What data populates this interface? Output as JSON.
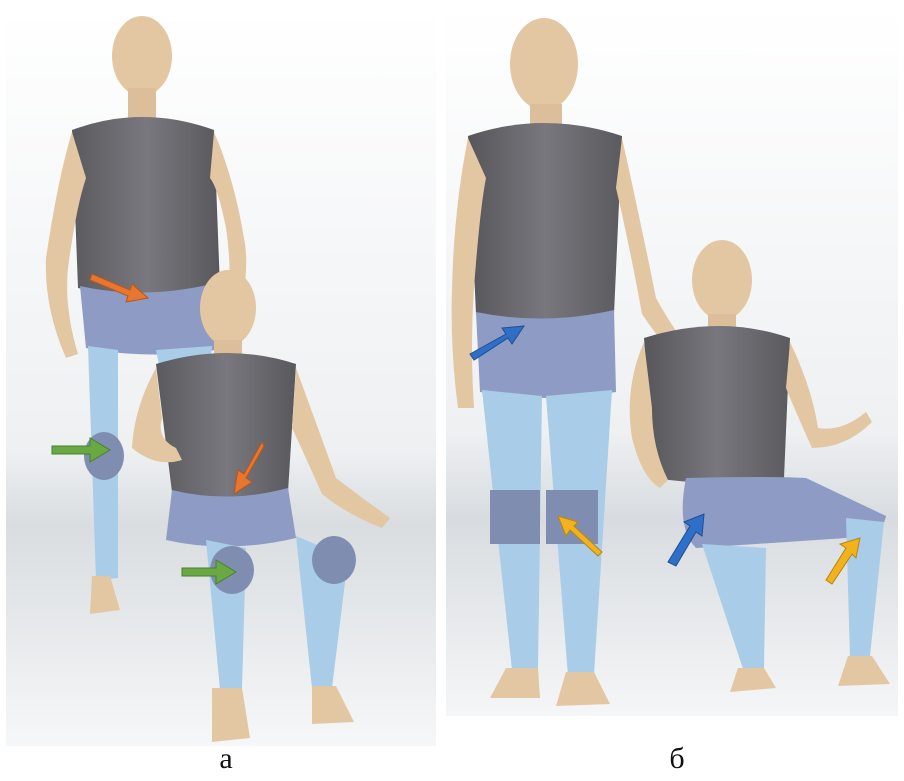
{
  "figure": {
    "panels": [
      {
        "id": "a",
        "caption": "а"
      },
      {
        "id": "b",
        "caption": "б"
      }
    ]
  },
  "colors": {
    "skin": "#e8cfae",
    "skin_shade": "#c9a882",
    "vest": "#6f6f74",
    "vest_shade": "#55555a",
    "shorts": "#8e9bc4",
    "tights": "#a9cde8",
    "knee_pad": "#7f8eb0",
    "arrow_orange": "#e8762f",
    "arrow_green": "#6aa843",
    "arrow_blue": "#2f6fc7",
    "arrow_yellow": "#f2b21d"
  },
  "arrows": [
    {
      "panel": "a",
      "name": "orange-arrow",
      "color": "arrow_orange"
    },
    {
      "panel": "a",
      "name": "green-arrow",
      "color": "arrow_green"
    },
    {
      "panel": "b",
      "name": "blue-arrow",
      "color": "arrow_blue"
    },
    {
      "panel": "b",
      "name": "yellow-arrow",
      "color": "arrow_yellow"
    }
  ]
}
